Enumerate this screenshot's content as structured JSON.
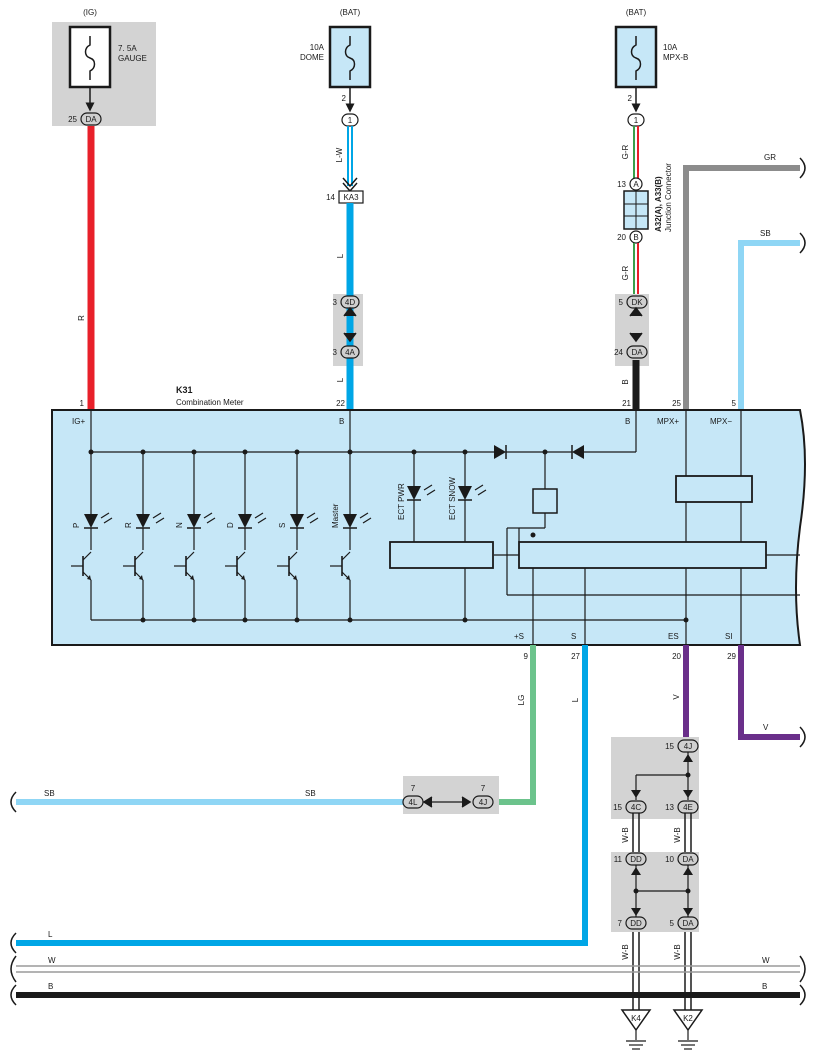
{
  "colors": {
    "red": "#e8202a",
    "light_blue": "#00a6e6",
    "sky_blue": "#8fd6f5",
    "gray_wire": "#8c8c8c",
    "black_wire": "#1a1a1a",
    "light_green": "#6cc38c",
    "violet": "#6a2f8a",
    "meter_fill": "#c6e7f7",
    "splice_box": "#d3d3d3",
    "green_stripe": "#3aa14a"
  },
  "fuses": {
    "gauge": {
      "source": "(IG)",
      "rating": "7. 5A",
      "name": "GAUGE",
      "pin": "25",
      "connector": "DA"
    },
    "dome": {
      "source": "(BAT)",
      "rating": "10A",
      "name": "DOME",
      "pin": "2",
      "connector": "1"
    },
    "mpxb": {
      "source": "(BAT)",
      "rating": "10A",
      "name": "MPX-B",
      "pin": "2",
      "connector": "1"
    }
  },
  "wires": {
    "r": "R",
    "lw": "L-W",
    "l": "L",
    "gr_top": "G-R",
    "gr_bottom": "G-R",
    "b": "B",
    "gr": "GR",
    "sb": "SB",
    "lg": "LG",
    "v": "V",
    "wb": "W-B",
    "w": "W"
  },
  "connectors": {
    "ka3": {
      "pin": "14",
      "label": "KA3"
    },
    "c4d": {
      "pin": "3",
      "label": "4D"
    },
    "c4a": {
      "pin": "3",
      "label": "4A"
    },
    "jA": {
      "pin": "13",
      "label": "A"
    },
    "jB": {
      "pin": "20",
      "label": "B"
    },
    "junction_name": "A32(A), A33(B)",
    "junction_desc": "Junction Connector",
    "dk": {
      "pin": "5",
      "label": "DK"
    },
    "da24": {
      "pin": "24",
      "label": "DA"
    },
    "c4L": {
      "pin": "7",
      "label": "4L"
    },
    "c4J7": {
      "pin": "7",
      "label": "4J"
    },
    "c4J15": {
      "pin": "15",
      "label": "4J"
    },
    "c4C": {
      "pin": "15",
      "label": "4C"
    },
    "c4E": {
      "pin": "13",
      "label": "4E"
    },
    "dd11": {
      "pin": "11",
      "label": "DD"
    },
    "da10": {
      "pin": "10",
      "label": "DA"
    },
    "dd7": {
      "pin": "7",
      "label": "DD"
    },
    "da5": {
      "pin": "5",
      "label": "DA"
    }
  },
  "meter": {
    "code": "K31",
    "name": "Combination Meter",
    "top_pins": {
      "p1": {
        "num": "1",
        "name": "IG+"
      },
      "p22": {
        "num": "22",
        "name": "B"
      },
      "p21": {
        "num": "21",
        "name": "B"
      },
      "p25": {
        "num": "25",
        "name": "MPX+"
      },
      "p5": {
        "num": "5",
        "name": "MPX−"
      }
    },
    "bottom_pins": {
      "p9": {
        "num": "9",
        "name": "+S"
      },
      "p27": {
        "num": "27",
        "name": "S"
      },
      "p20": {
        "num": "20",
        "name": "ES"
      },
      "p29": {
        "num": "29",
        "name": "SI"
      }
    },
    "indicators": [
      "P",
      "R",
      "N",
      "D",
      "S",
      "Master"
    ],
    "ect_pwr": "ECT PWR",
    "ect_snow": "ECT SNOW"
  },
  "grounds": {
    "k4": "K4",
    "k2": "K2"
  }
}
